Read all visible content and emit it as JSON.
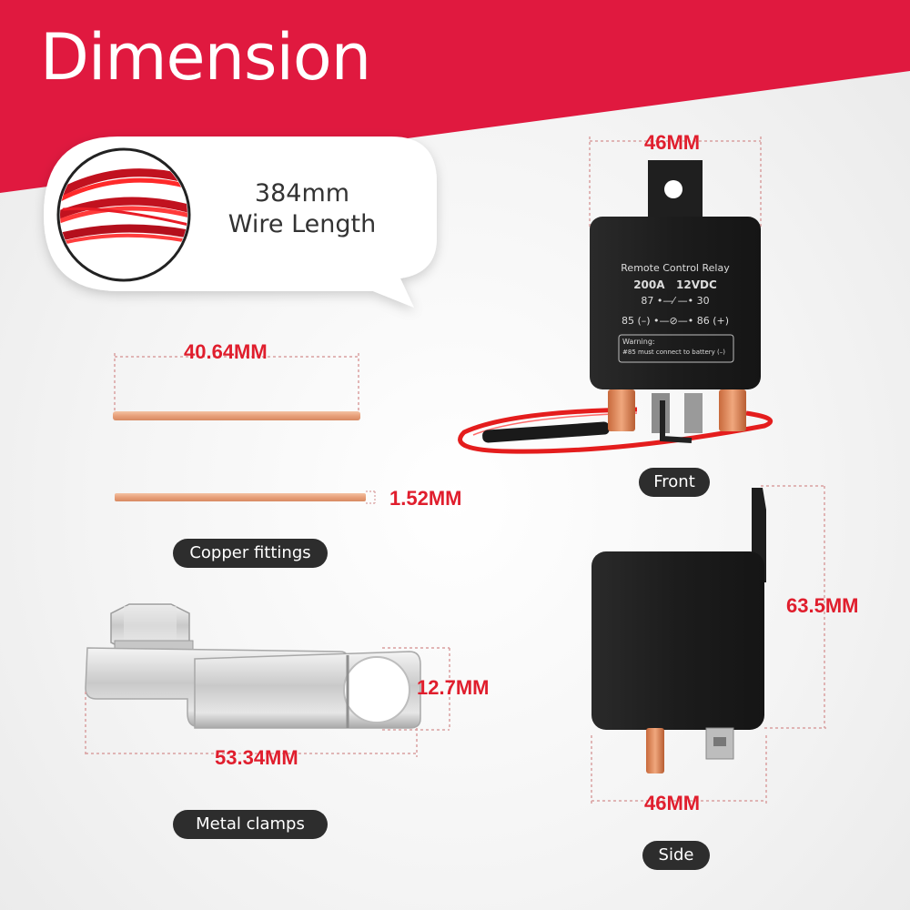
{
  "title": "Dimension",
  "wire": {
    "line1": "384mm",
    "line2": "Wire Length"
  },
  "dimensions": {
    "copper_length": "40.64MM",
    "copper_thickness": "1.52MM",
    "clamp_height": "12.7MM",
    "clamp_length": "53.34MM",
    "front_width": "46MM",
    "side_height": "63.5MM",
    "side_width": "46MM"
  },
  "labels": {
    "front": "Front",
    "copper": "Copper fittings",
    "metal": "Metal clamps",
    "side": "Side"
  },
  "relay": {
    "name": "Remote Control Relay",
    "rating": "200A   12VDC",
    "pins1": "87 •—⁄ —• 30",
    "pins2": "85 (–) •—⊘—• 86 (+)",
    "warning1": "Warning:",
    "warning2": "#85 must connect to battery (–)"
  },
  "colors": {
    "brand_red": "#e0193f",
    "dim_red": "#e01e2d",
    "pill": "#2d2d2d"
  }
}
